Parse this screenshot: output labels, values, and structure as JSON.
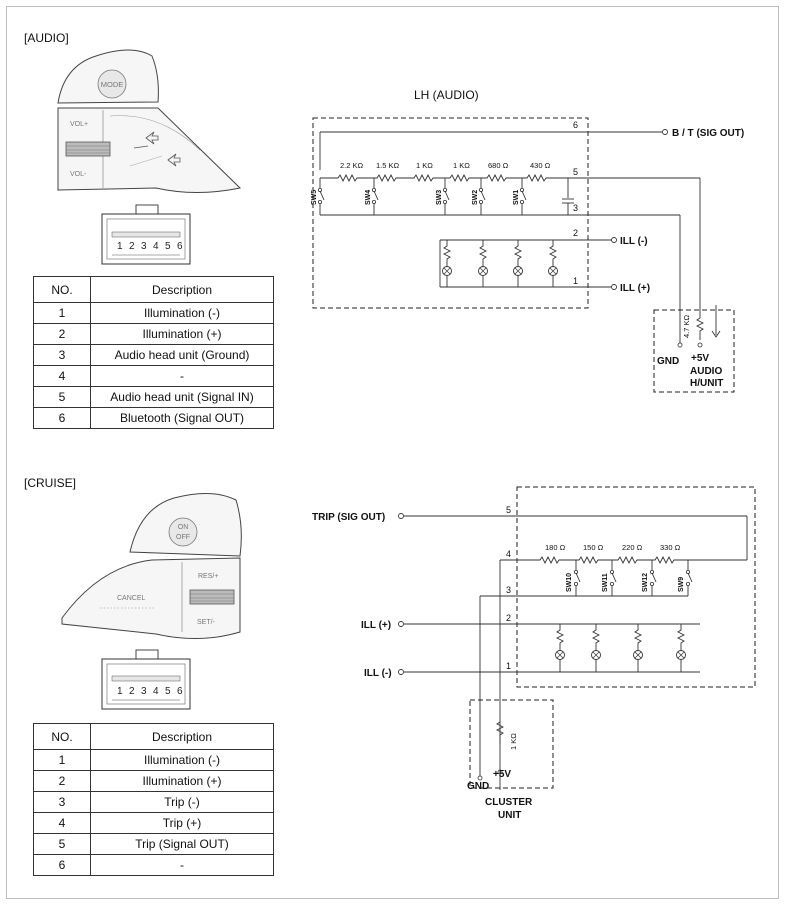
{
  "audio": {
    "section_label": "[AUDIO]",
    "illustration": {
      "mode_label": "MODE",
      "vol_up_label": "VOL+",
      "vol_down_label": "VOL-",
      "connector_pins": [
        "1",
        "2",
        "3",
        "4",
        "5",
        "6"
      ]
    },
    "table": {
      "headers": [
        "NO.",
        "Description"
      ],
      "rows": [
        {
          "no": "1",
          "description": "Illumination (-)"
        },
        {
          "no": "2",
          "description": "Illumination (+)"
        },
        {
          "no": "3",
          "description": "Audio head unit (Ground)"
        },
        {
          "no": "4",
          "description": "-"
        },
        {
          "no": "5",
          "description": "Audio head unit (Signal IN)"
        },
        {
          "no": "6",
          "description": "Bluetooth (Signal OUT)"
        }
      ]
    },
    "schematic": {
      "title": "LH (AUDIO)",
      "pins": {
        "1": "1",
        "2": "2",
        "3": "3",
        "5": "5",
        "6": "6"
      },
      "bt_label": "B / T (SIG OUT)",
      "ill_minus_label": "ILL (-)",
      "ill_plus_label": "ILL (+)",
      "resistors": [
        "2.2 KΩ",
        "1.5 KΩ",
        "1 KΩ",
        "1 KΩ",
        "680 Ω",
        "430 Ω"
      ],
      "switches": [
        "SW5",
        "SW4",
        "SW3",
        "SW2",
        "SW1"
      ],
      "pullup_resistor": "4.7 KΩ",
      "gnd_label": "GND",
      "v5_label": "+5V",
      "unit_label_1": "AUDIO",
      "unit_label_2": "H/UNIT"
    }
  },
  "cruise": {
    "section_label": "[CRUISE]",
    "illustration": {
      "on_label": "ON",
      "off_label": "OFF",
      "res_label": "RES/+",
      "set_label": "SET/-",
      "cancel_label": "CANCEL",
      "connector_pins": [
        "1",
        "2",
        "3",
        "4",
        "5",
        "6"
      ]
    },
    "table": {
      "headers": [
        "NO.",
        "Description"
      ],
      "rows": [
        {
          "no": "1",
          "description": "Illumination (-)"
        },
        {
          "no": "2",
          "description": "Illumination (+)"
        },
        {
          "no": "3",
          "description": "Trip (-)"
        },
        {
          "no": "4",
          "description": "Trip (+)"
        },
        {
          "no": "5",
          "description": "Trip (Signal OUT)"
        },
        {
          "no": "6",
          "description": "-"
        }
      ]
    },
    "schematic": {
      "pins": {
        "1": "1",
        "2": "2",
        "3": "3",
        "4": "4",
        "5": "5"
      },
      "trip_label": "TRIP (SIG OUT)",
      "ill_plus_label": "ILL (+)",
      "ill_minus_label": "ILL (-)",
      "resistors": [
        "180 Ω",
        "150 Ω",
        "220 Ω",
        "330 Ω"
      ],
      "switches": [
        "SW10",
        "SW11",
        "SW12",
        "SW9"
      ],
      "pullup_resistor": "1 KΩ",
      "gnd_label": "GND",
      "v5_label": "+5V",
      "unit_label_1": "CLUSTER",
      "unit_label_2": "UNIT"
    }
  }
}
